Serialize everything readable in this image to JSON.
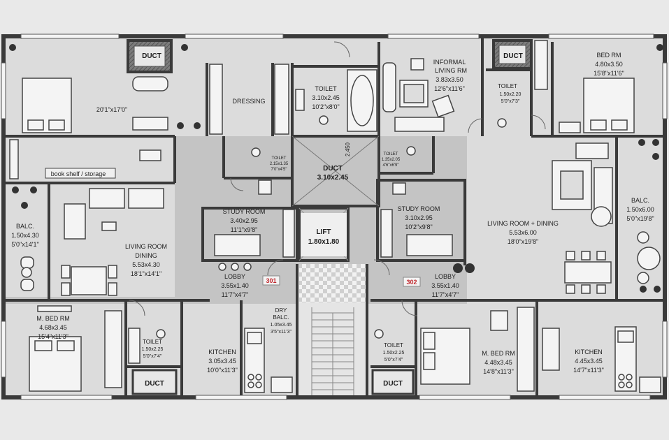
{
  "labels": {
    "duct_top_left": "DUCT",
    "mbed_left_dim": "20'1\"x17'0\"",
    "bookshelf": "book shelf / storage",
    "dressing": "DRESSING",
    "toilet_big": "TOILET",
    "toilet_big_m": "3.10x2.45",
    "toilet_big_f": "10'2\"x8'0\"",
    "informal": "INFORMAL",
    "informal_2": "LIVING RM",
    "informal_m": "3.83x3.50",
    "informal_f": "12'6\"x11'6\"",
    "duct_top_right": "DUCT",
    "toilet_tr": "TOILET",
    "toilet_tr_m": "1.50x2.20",
    "toilet_tr_f": "5'0\"x7'3\"",
    "bedrm": "BED RM",
    "bedrm_m": "4.80x3.50",
    "bedrm_f": "15'8\"x11'6\"",
    "toilet_s1": "TOILET",
    "toilet_s1_m": "2.15x1.35",
    "toilet_s1_f": "7'0\"x4'5\"",
    "toilet_s2": "TOILET",
    "toilet_s2_m": "1.35x2.05",
    "toilet_s2_f": "4'6\"x6'9\"",
    "duct_center": "DUCT",
    "duct_center_m": "3.10x2.45",
    "duct_center_v": "2.450",
    "balc_left": "BALC.",
    "balc_left_m": "1.50x4.30",
    "balc_left_f": "5'0\"x14'1\"",
    "living_left": "LIVING ROOM",
    "living_left_2": "DINING",
    "living_left_m": "5.53x4.30",
    "living_left_f": "18'1\"x14'1\"",
    "study_left": "STUDY ROOM",
    "study_left_m": "3.40x2.95",
    "study_left_f": "11'1\"x9'8\"",
    "lift": "LIFT",
    "lift_m": "1.80x1.80",
    "study_right": "STUDY ROOM",
    "study_right_m": "3.10x2.95",
    "study_right_f": "10'2\"x9'8\"",
    "living_right": "LIVING ROOM + DINING",
    "living_right_m": "5.53x6.00",
    "living_right_f": "18'0\"x19'8\"",
    "balc_right": "BALC.",
    "balc_right_m": "1.50x6.00",
    "balc_right_f": "5'0\"x19'8\"",
    "lobby_left": "LOBBY",
    "lobby_left_m": "3.55x1.40",
    "lobby_left_f": "11'7\"x4'7\"",
    "flat_301": "301",
    "flat_302": "302",
    "lobby_right": "LOBBY",
    "lobby_right_m": "3.55x1.40",
    "lobby_right_f": "11'7\"x4'7\"",
    "mbed_left": "M. BED RM",
    "mbed_left_m": "4.68x3.45",
    "mbed_left_f": "15'4\"x11'3\"",
    "toilet_bl": "TOILET",
    "toilet_bl_m": "1.50x2.25",
    "toilet_bl_f": "5'0\"x7'4\"",
    "duct_bl": "DUCT",
    "kitchen_left": "KITCHEN",
    "kitchen_left_m": "3.05x3.45",
    "kitchen_left_f": "10'0\"x11'3\"",
    "dry_balc": "DRY",
    "dry_balc_2": "BALC.",
    "dry_balc_m": "1.05x3.45",
    "dry_balc_f": "3'5\"x11'3\"",
    "toilet_br": "TOILET",
    "toilet_br_m": "1.50x2.25",
    "toilet_br_f": "5'0\"x7'4\"",
    "duct_br": "DUCT",
    "mbed_right": "M. BED RM",
    "mbed_right_m": "4.48x3.45",
    "mbed_right_f": "14'8\"x11'3\"",
    "kitchen_right": "KITCHEN",
    "kitchen_right_m": "4.45x3.45",
    "kitchen_right_f": "14'7\"x11'3\""
  },
  "colors": {
    "background": "#e9e9e9",
    "floor": "#dcdcdc",
    "common": "#c4c4c4",
    "wall": "#3a3a3a",
    "tag": "#c0282d"
  }
}
